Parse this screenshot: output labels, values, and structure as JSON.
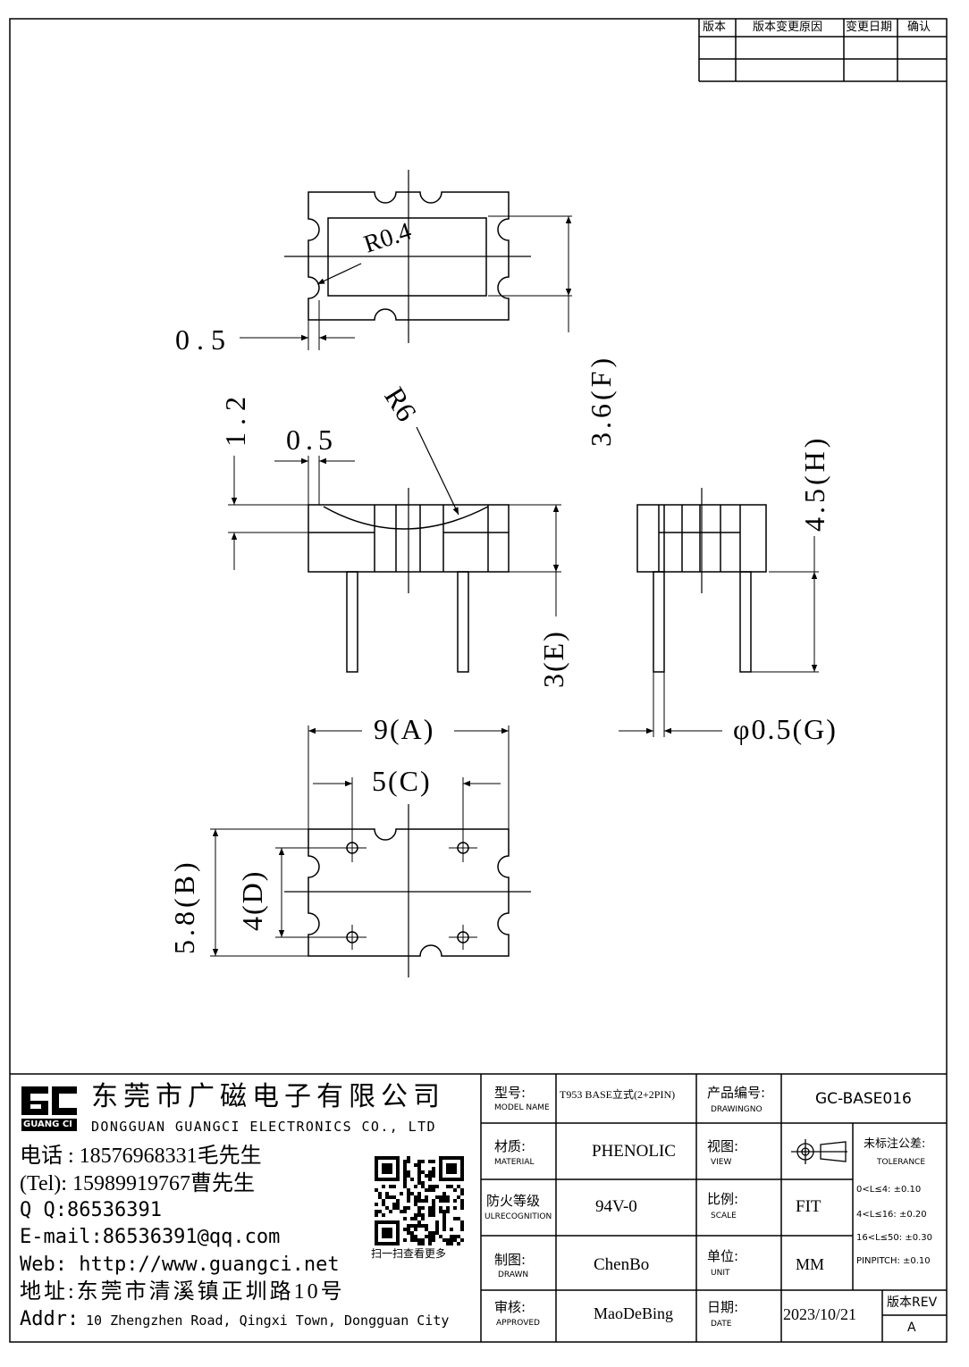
{
  "revision_table": {
    "headers": [
      "版本",
      "版本变更原因",
      "变更日期",
      "确认"
    ]
  },
  "drawing": {
    "top_view": {
      "radius_label": "R0.4",
      "gap_label": "0.5"
    },
    "side_view": {
      "dim_top": "1.2",
      "dim_gap": "0.5",
      "radius_label": "R6",
      "height_f": "3.6(F)",
      "height_e": "3(E)"
    },
    "end_view": {
      "height_h": "4.5(H)",
      "pin_dia": "φ0.5(G)"
    },
    "bottom_view": {
      "width_a": "9(A)",
      "pitch_c": "5(C)",
      "depth_b": "5.8(B)",
      "pitch_d": "4(D)"
    }
  },
  "company": {
    "logo_text": "GUANG CI",
    "name_cn": "东莞市广磁电子有限公司",
    "name_en": "DONGGUAN GUANGCI ELECTRONICS CO., LTD",
    "phone_line": "电话 : 18576968331毛先生",
    "tel_line": "(Tel): 15989919767曹先生",
    "qq_line": "Q Q:86536391",
    "email_line": "E-mail:86536391@qq.com",
    "web_line": "Web: http://www.guangci.net",
    "qr_caption": "扫一扫查看更多",
    "addr_cn": "地址:东莞市清溪镇正圳路10号",
    "addr_label": "Addr:",
    "addr_en": "10 Zhengzhen Road, Qingxi Town, Dongguan City"
  },
  "title_block": {
    "model_label": "型号:",
    "model_label_en": "MODEL NAME",
    "model_value": "T953 BASE立式(2+2PIN)",
    "drawing_no_label": "产品编号:",
    "drawing_no_label_en": "DRAWINGNO",
    "drawing_no_value": "GC-BASE016",
    "material_label": "材质:",
    "material_label_en": "MATERIAL",
    "material_value": "PHENOLIC",
    "view_label": "视图:",
    "view_label_en": "VIEW",
    "tolerance_label": "未标注公差:",
    "tolerance_label_en": "TOLERANCE",
    "tolerance_rows": [
      "0<L≤4: ±0.10",
      "4<L≤16: ±0.20",
      "16<L≤50: ±0.30",
      "PINPITCH: ±0.10"
    ],
    "fire_label": "防火等级",
    "fire_label_en": "ULRECOGNITION",
    "fire_value": "94V-0",
    "scale_label": "比例:",
    "scale_label_en": "SCALE",
    "scale_value": "FIT",
    "drawn_label": "制图:",
    "drawn_label_en": "DRAWN",
    "drawn_value": "ChenBo",
    "unit_label": "单位:",
    "unit_label_en": "UNIT",
    "unit_value": "MM",
    "approved_label": "审核:",
    "approved_label_en": "APPROVED",
    "approved_value": "MaoDeBing",
    "date_label": "日期:",
    "date_label_en": "DATE",
    "date_value": "2023/10/21",
    "rev_label": "版本REV",
    "rev_value": "A"
  }
}
